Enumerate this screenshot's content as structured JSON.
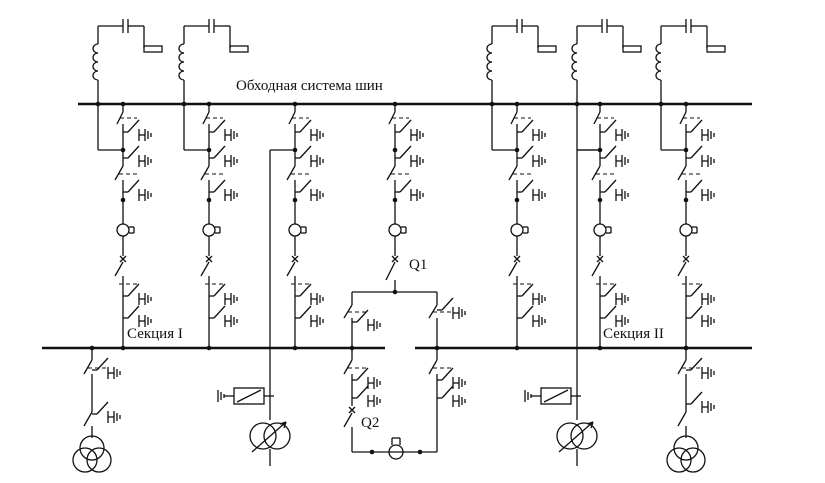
{
  "labels": {
    "bypass_bus": "Обходная система шин",
    "section_1": "Секция I",
    "section_2": "Секция II",
    "breaker_q1": "Q1",
    "breaker_q2": "Q2"
  },
  "colors": {
    "line": "#111111",
    "background": "#ffffff"
  }
}
